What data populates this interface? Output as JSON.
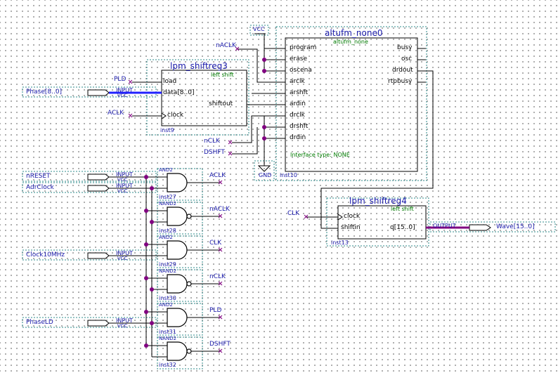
{
  "vcc_label": "VCC",
  "gnd_label": "GND",
  "inputs": [
    {
      "name": "Phase[8..0]",
      "type": "INPUT",
      "pull": "VCC"
    },
    {
      "name": "nRESET",
      "type": "INPUT",
      "pull": "VCC"
    },
    {
      "name": "AdrClock",
      "type": "INPUT",
      "pull": "VCC"
    },
    {
      "name": "Clock10MHz",
      "type": "INPUT",
      "pull": "VCC"
    },
    {
      "name": "PhaseLD",
      "type": "INPUT",
      "pull": "VCC"
    }
  ],
  "output": {
    "name": "Wave[15..0]",
    "type": "OUTPUT"
  },
  "shiftreg3": {
    "title": "lpm_shiftreg3",
    "subtitle": "left shift",
    "instance": "inst9",
    "ports": [
      "load",
      "data[8..0]",
      "clock",
      "shiftout"
    ]
  },
  "ufm": {
    "title": "altufm_none0",
    "subtitle": "altufm_none",
    "instance": "inst10",
    "left_ports": [
      "program",
      "erase",
      "oscena",
      "arclk",
      "arshft",
      "ardin",
      "drclk",
      "drshft",
      "drdin"
    ],
    "right_ports": [
      "busy",
      "osc",
      "drdout",
      "rtpbusy"
    ],
    "note": "Interface type: NONE"
  },
  "shiftreg4": {
    "title": "lpm_shiftreg4",
    "subtitle": "left shift",
    "instance": "inst13",
    "ports": [
      "clock",
      "shiftin",
      "q[15..0]"
    ]
  },
  "gates": [
    {
      "type": "AND2",
      "instance": "inst27",
      "output": "ACLK"
    },
    {
      "type": "NAND2",
      "instance": "inst28",
      "output": "nACLK"
    },
    {
      "type": "AND2",
      "instance": "inst29",
      "output": "CLK"
    },
    {
      "type": "NAND2",
      "instance": "inst30",
      "output": "nCLK"
    },
    {
      "type": "AND2",
      "instance": "inst31",
      "output": "PLD"
    },
    {
      "type": "NAND2",
      "instance": "inst32",
      "output": "DSHFT"
    }
  ],
  "net_labels": {
    "nACLK": "nACLK",
    "PLD": "PLD",
    "ACLK": "ACLK",
    "nCLK": "nCLK",
    "DSHFT": "DSHFT",
    "CLK": "CLK"
  }
}
